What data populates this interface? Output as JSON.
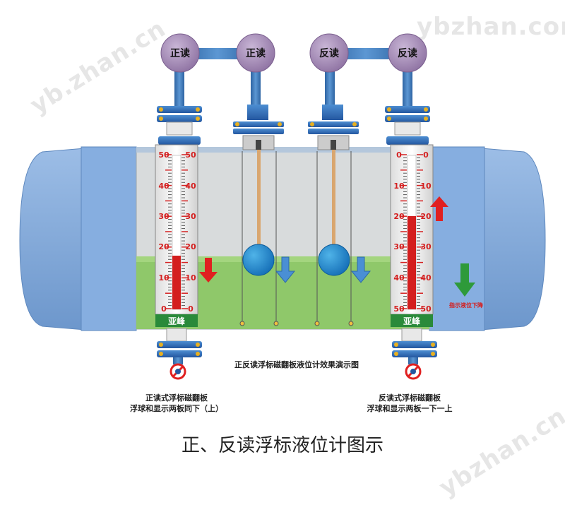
{
  "watermarks": [
    "yb.zhan.cn",
    "ybzhan.com",
    "ybzhan.cn"
  ],
  "heads": [
    "正读",
    "正读",
    "反读",
    "反读"
  ],
  "left_gauge": {
    "scale": [
      "50",
      "40",
      "30",
      "20",
      "10",
      "0"
    ],
    "brand": "亚峰"
  },
  "right_gauge": {
    "scale": [
      "0",
      "10",
      "20",
      "30",
      "40",
      "50"
    ],
    "brand": "亚峰"
  },
  "level_note": "指示液位下降",
  "demo_title": "正反读浮标磁翻板液位计效果演示图",
  "left_caption": [
    "正读式浮标磁翻板",
    "浮球和显示两板同下（上）"
  ],
  "right_caption": [
    "反读式浮标磁翻板",
    "浮球和显示两板一下一上"
  ],
  "main_caption": "正、反读浮标液位计图示",
  "colors": {
    "tank_blue": "#7ea8d8",
    "liquid_green": "#8fc86a",
    "head_purple": "#a58cb6",
    "pipe_blue": "#3e79b8",
    "red_arrow": "#e02020",
    "green_arrow": "#2e9a3a"
  }
}
